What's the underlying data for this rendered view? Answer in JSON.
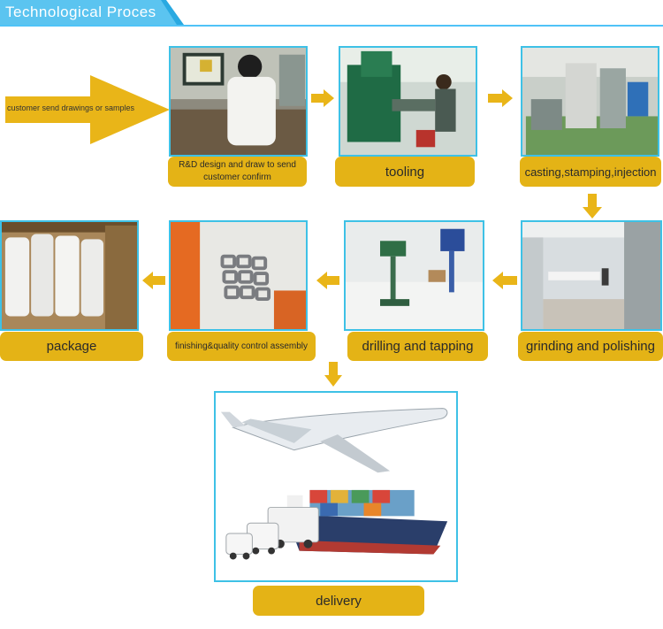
{
  "header": {
    "title": "Technological Proces"
  },
  "steps": {
    "customer": "customer send drawings or samples",
    "rd": "R&D design and draw to send customer confirm",
    "tooling": "tooling",
    "casting": "casting,stamping,injection",
    "grinding": "grinding and polishing",
    "drilling": "drilling and tapping",
    "finishing": "finishing&quality control assembly",
    "package": "package",
    "delivery": "delivery"
  },
  "colors": {
    "accent": "#e4b316",
    "border": "#3ec1e6",
    "header": "#29a9e1"
  }
}
